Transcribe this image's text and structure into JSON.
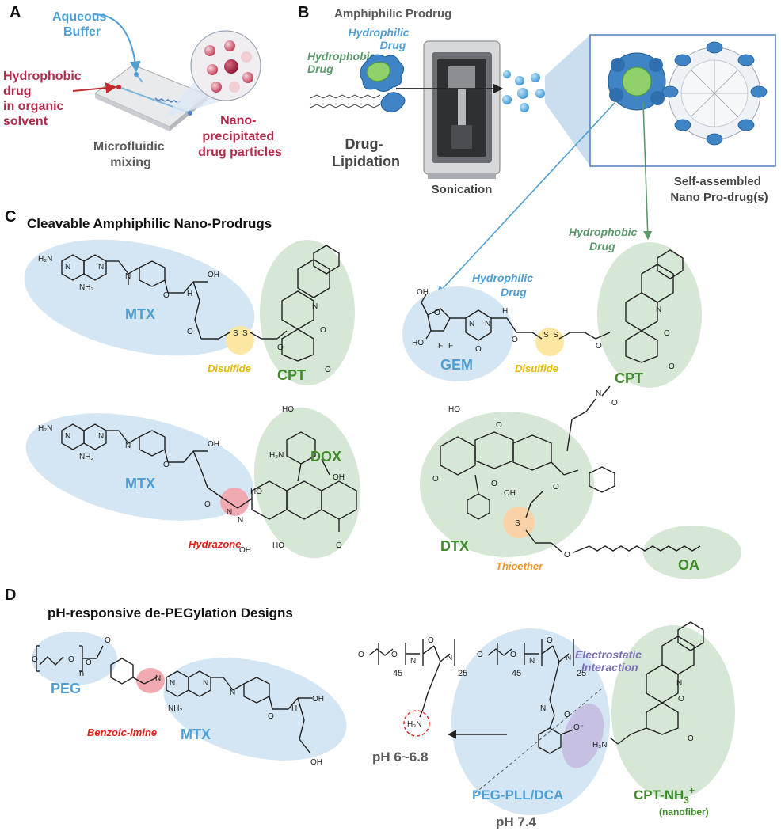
{
  "colors": {
    "blue": "#4f9fd4",
    "blue_region": "#d4e6f3",
    "green": "#3f8a2a",
    "green_region": "#d6e7d6",
    "green_text": "#5a9a6a",
    "crimson": "#b12a4a",
    "red": "#e0211a",
    "yellow_text": "#e8b800",
    "yellow_region": "#fbe7a1",
    "orange_text": "#f0952a",
    "orange_region": "#fad2a8",
    "purple_text": "#7a6fb0",
    "purple_region": "#c6c1e3",
    "pink_region": "#f1a9b2",
    "gray_text": "#595959"
  },
  "panelA": {
    "letter": "A",
    "aqueous": [
      "Aqueous",
      "Buffer"
    ],
    "hydrophobic": [
      "Hydrophobic",
      "drug",
      "in organic",
      "solvent"
    ],
    "mixing": [
      "Microfluidic",
      "mixing"
    ],
    "nano": [
      "Nano-",
      "precipitated",
      "drug particles"
    ]
  },
  "panelB": {
    "letter": "B",
    "title": "Amphiphilic Prodrug",
    "hydrophilic": [
      "Hydrophilic",
      "Drug"
    ],
    "hydrophobic": [
      "Hydrophobic",
      "Drug"
    ],
    "lipidation": [
      "Drug-",
      "Lipidation"
    ],
    "sonication": "Sonication",
    "selfassembled": [
      "Self-assembled",
      "Nano Pro-drug(s)"
    ]
  },
  "panelC": {
    "letter": "C",
    "title": "Cleavable Amphiphilic Nano-Prodrugs",
    "mtx1": "MTX",
    "disulfide1": "Disulfide",
    "cpt1": "CPT",
    "gem": "GEM",
    "disulfide2": "Disulfide",
    "cpt2": "CPT",
    "hydrophilic_drug": [
      "Hydrophilic",
      "Drug"
    ],
    "hydrophobic_drug": [
      "Hydrophobic",
      "Drug"
    ],
    "mtx2": "MTX",
    "dox": "DOX",
    "hydrazone": "Hydrazone",
    "dtx": "DTX",
    "thioether": "Thioether",
    "oa": "OA"
  },
  "panelD": {
    "letter": "D",
    "title": "pH-responsive de-PEGylation Designs",
    "peg": "PEG",
    "mtx": "MTX",
    "benzoic": "Benzoic-imine",
    "electrostatic": [
      "Electrostatic",
      "Interaction"
    ],
    "ph_low": "pH 6~6.8",
    "peg_pll": "PEG-PLL/DCA",
    "ph_high": "pH 7.4",
    "cpt_nh3": "CPT-NH",
    "cpt_nh3_sub": "3",
    "cpt_nh3_sup": "+",
    "nanofiber": "(nanofiber)",
    "sub_45a": "45",
    "sub_25a": "25",
    "sub_45b": "45",
    "sub_25b": "25",
    "sub_n": "n"
  },
  "atoms": {
    "H2N": "H₂N",
    "NH2": "NH₂",
    "N": "N",
    "O": "O",
    "OH": "OH",
    "HO": "HO",
    "S": "S",
    "F": "F",
    "H": "H",
    "H3N": "H₃N",
    "Ominus": "O⁻"
  }
}
